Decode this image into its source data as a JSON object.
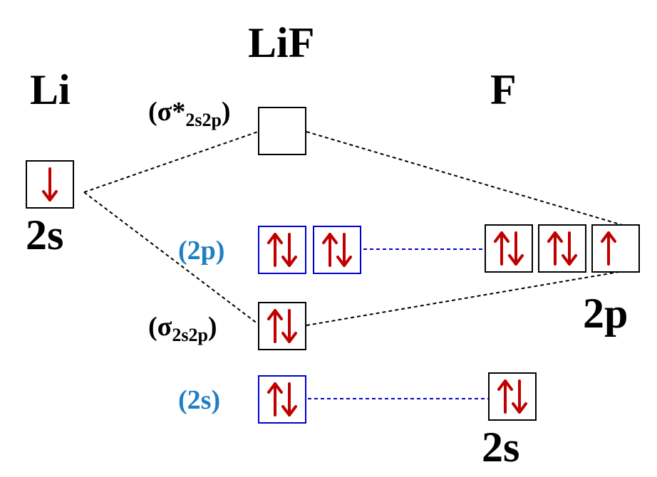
{
  "title": "LiF",
  "left_atom": {
    "symbol": "Li",
    "orbital_label": "2s"
  },
  "right_atom": {
    "symbol": "F",
    "orbital_2p_label": "2p",
    "orbital_2s_label": "2s"
  },
  "mo_labels": {
    "antibonding": {
      "prefix": "(σ*",
      "sub": "2s2p",
      "suffix": ")"
    },
    "bonding": {
      "prefix": "(σ",
      "sub": "2s2p",
      "suffix": ")"
    },
    "core_2p": "(2p)",
    "core_2s": "(2s)"
  },
  "colors": {
    "arrow": "#c00000",
    "core_box": "#0000cc",
    "core_label": "#1f7fc4",
    "line": "#000000",
    "core_line": "#0000cc"
  },
  "orbitals": {
    "li_2s": "down",
    "mo_antibonding": "empty",
    "mo_core_2p": [
      "pair",
      "pair"
    ],
    "mo_bonding": "pair",
    "mo_core_2s": "pair",
    "f_2p": [
      "pair",
      "pair",
      "up"
    ],
    "f_2s": "pair"
  }
}
